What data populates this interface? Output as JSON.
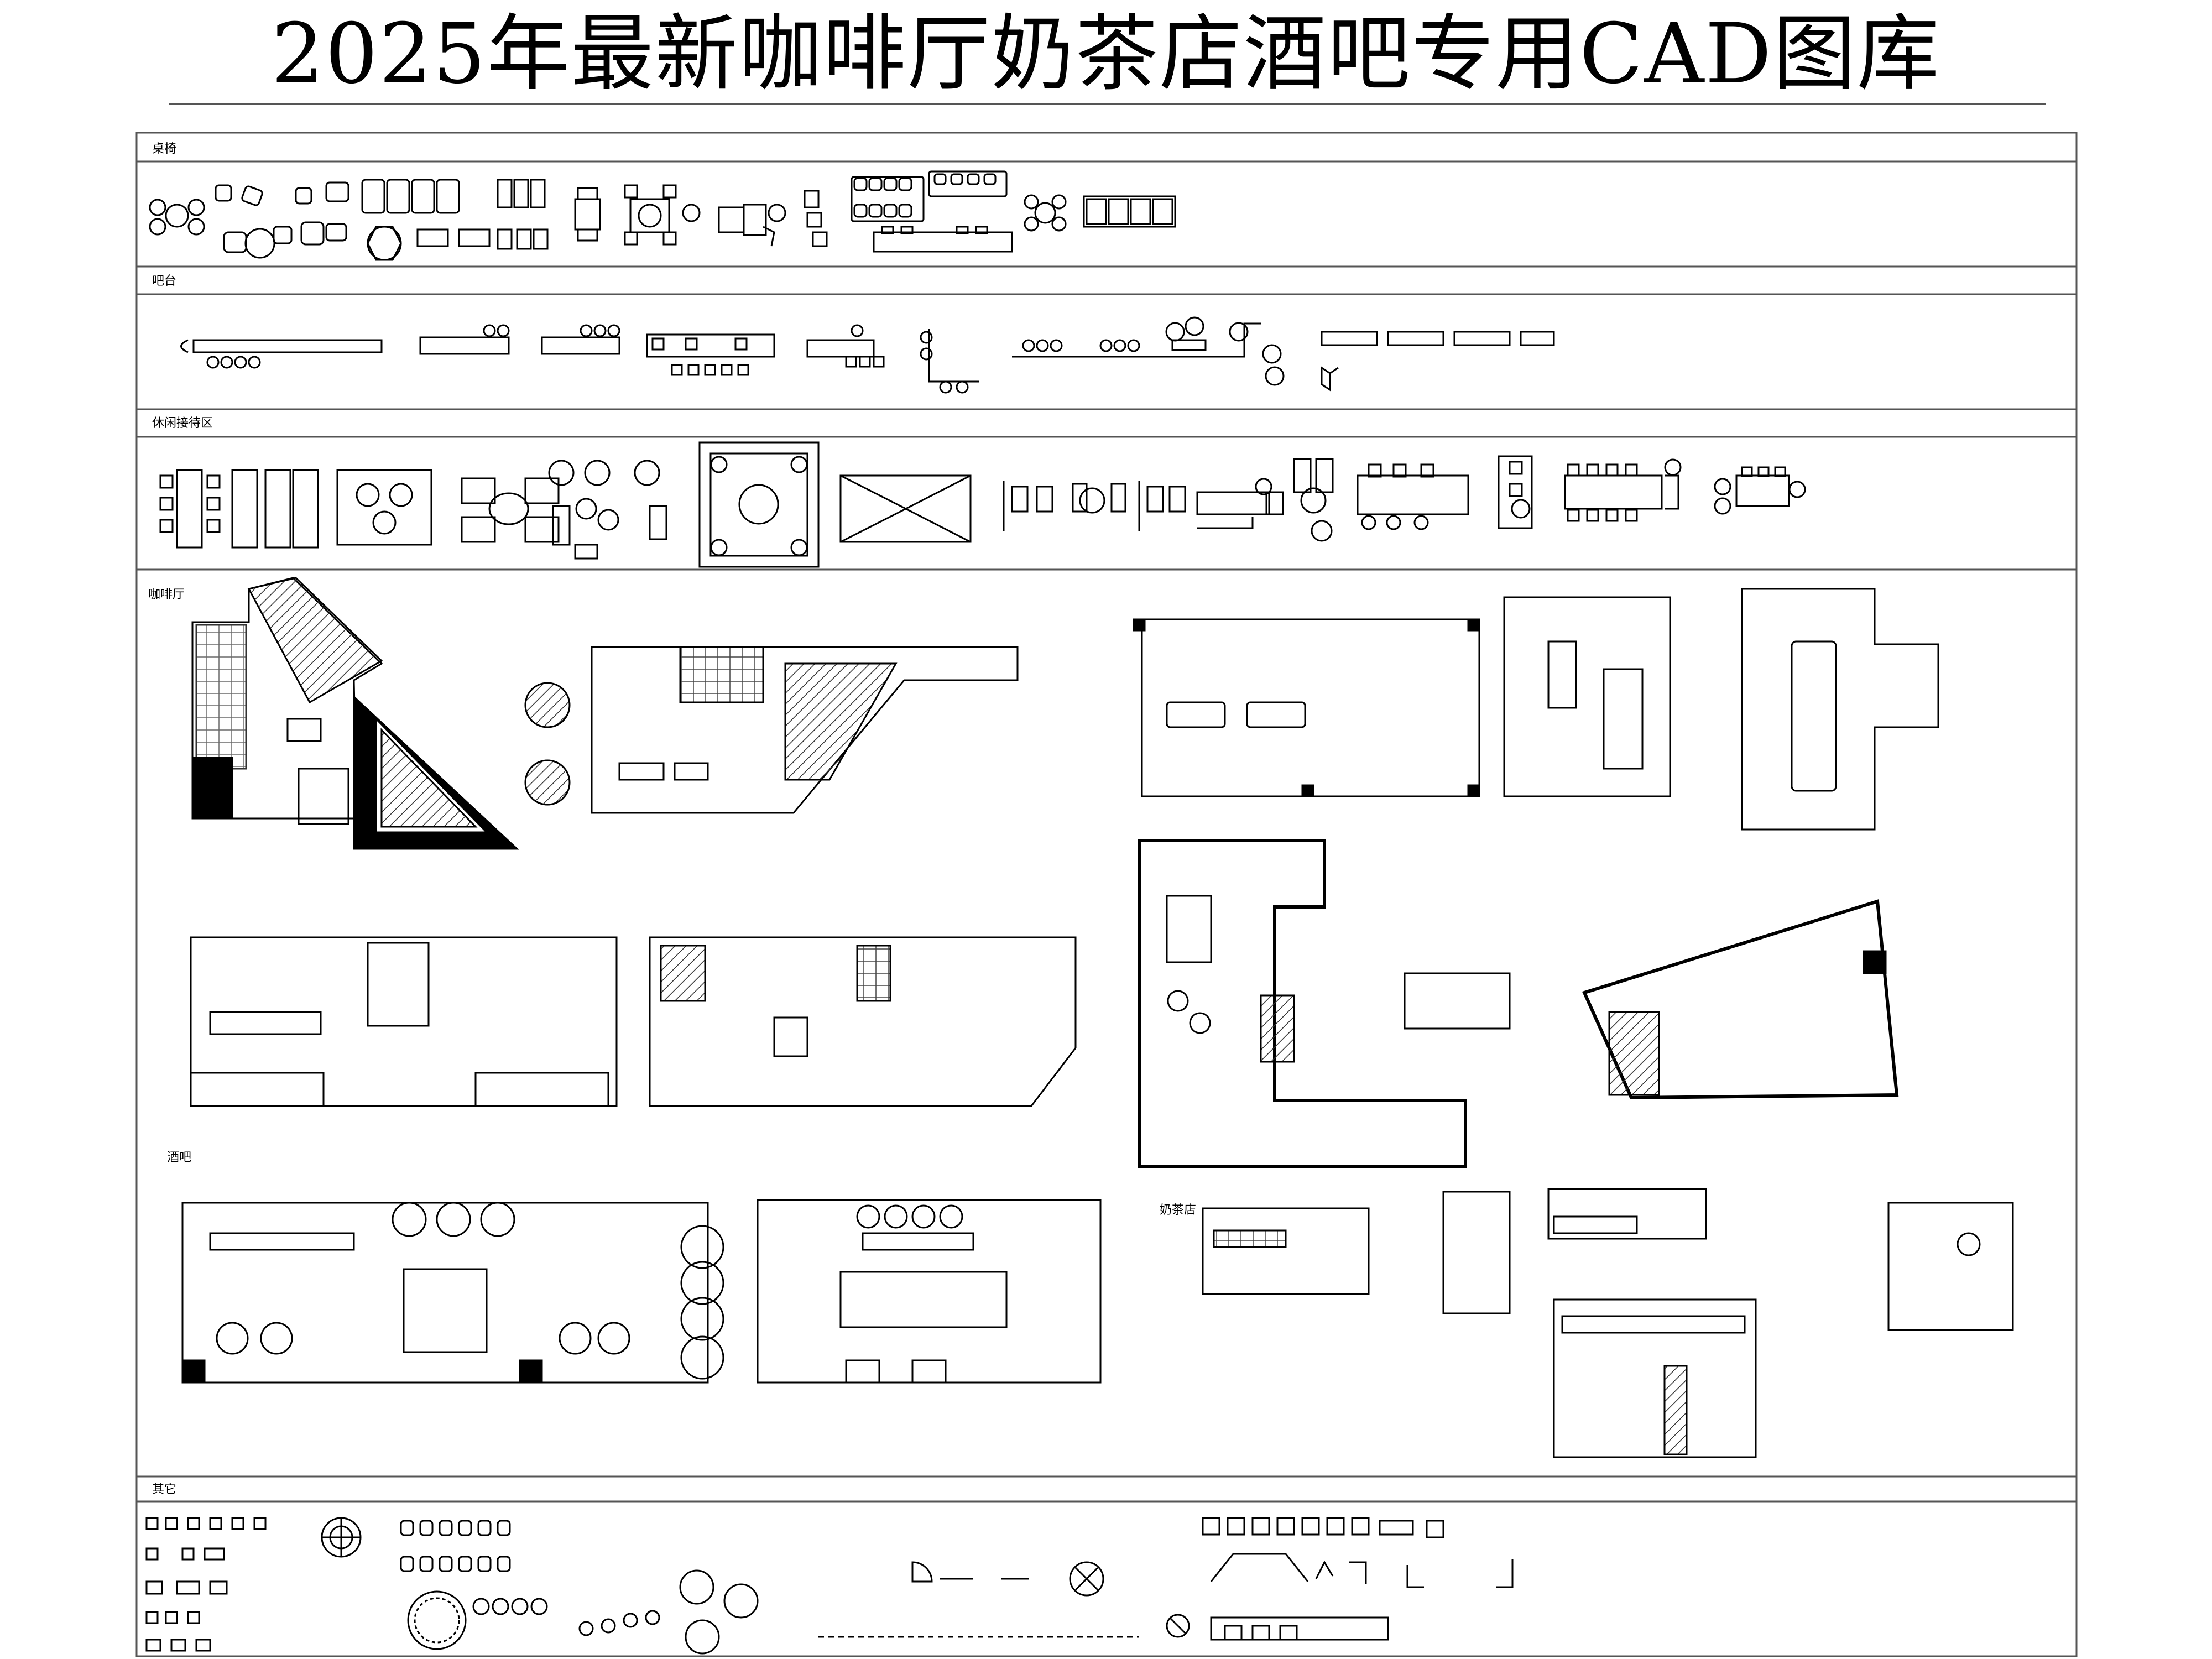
{
  "title": "2025年最新咖啡厅奶茶店酒吧专用CAD图库",
  "sections": [
    {
      "id": "tables_chairs",
      "label": "桌椅"
    },
    {
      "id": "bar_counter",
      "label": "吧台"
    },
    {
      "id": "lounge",
      "label": "休闲接待区"
    },
    {
      "id": "cafe",
      "label": "咖啡厅"
    },
    {
      "id": "bar",
      "label": "酒吧"
    },
    {
      "id": "milk_tea",
      "label": "奶茶店"
    },
    {
      "id": "others",
      "label": "其它"
    }
  ],
  "colors": {
    "line": "#000000",
    "frame": "#555555",
    "hatch": "#333333",
    "background": "#ffffff"
  }
}
